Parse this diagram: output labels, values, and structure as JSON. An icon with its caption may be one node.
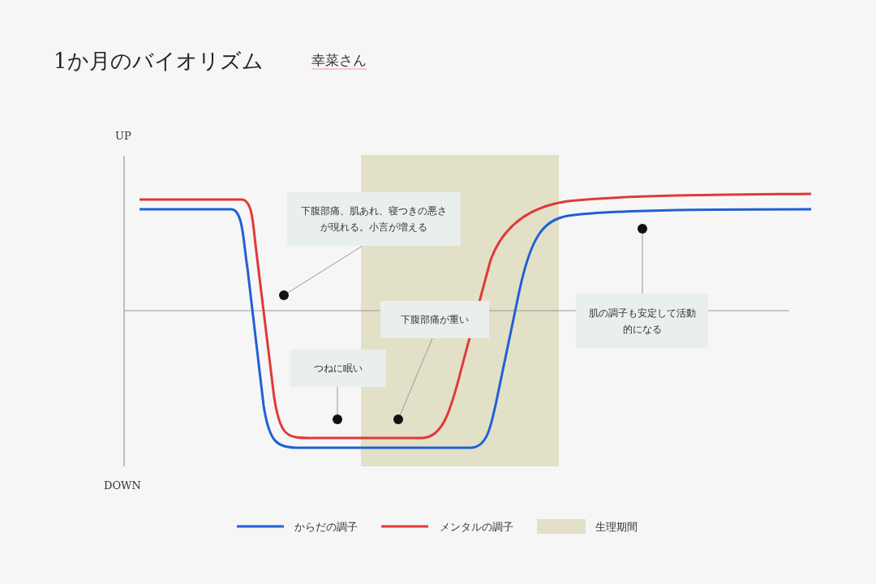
{
  "diagram": {
    "title": "1か月のバイオリズム",
    "nodes": [
      {
        "text": [
          "下腹部痛、肌あれ、寝つきの悪さが現れる。小言が増える"
        ]
      },
      {
        "text": [
          "肌の調子も安定して活動的になる"
        ]
      },
      {
        "text": [
          "下腹部痛が重い"
        ]
      },
      {
        "text": [
          "つねに眠い"
        ]
      },
      {
        "text": [],
        "shape": "circle"
      },
      {
        "text": [],
        "shape": "circle"
      },
      {
        "text": [],
        "shape": "circle"
      },
      {
        "text": [],
        "shape": "circle"
      }
    ],
    "edges": [
      {
        "from": 0,
        "to": 5,
        "arrow": "none"
      },
      {
        "from": 1,
        "to": 4,
        "arrow": "none"
      },
      {
        "from": 2,
        "to": 7,
        "arrow": "none"
      },
      {
        "from": 3,
        "to": 6,
        "arrow": "none"
      }
    ],
    "labels": [
      "幸菜さん",
      "UP",
      "DOWN"
    ],
    "legend": [
      {
        "text": "からだの調子"
      },
      {
        "text": "メンタルの調子"
      },
      {
        "text": "生理期間",
        "color": "#e3e0c8"
      }
    ]
  }
}
